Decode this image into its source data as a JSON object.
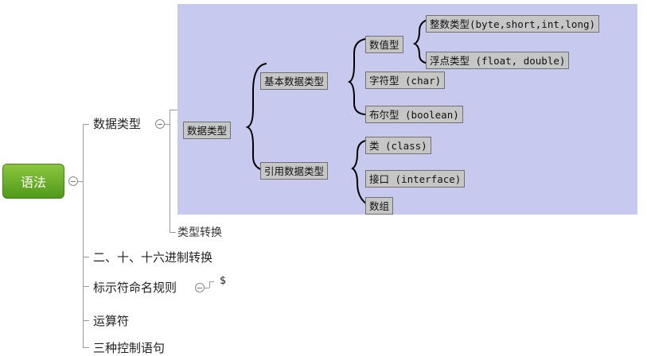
{
  "root": {
    "label": "语法"
  },
  "topics": [
    {
      "label": "数据类型"
    },
    {
      "label": "二、十、十六进制转换"
    },
    {
      "label": "标示符命名规则"
    },
    {
      "label": "运算符"
    },
    {
      "label": "三种控制语句"
    }
  ],
  "data_types": {
    "sub_label": "类型转换",
    "diagram": {
      "root": "数据类型",
      "basic": "基本数据类型",
      "numeric": "数值型",
      "integer": "整数类型(byte,short,int,long)",
      "float": "浮点类型 (float, double)",
      "char": "字符型 (char)",
      "boolean": "布尔型 (boolean)",
      "reference": "引用数据类型",
      "class": "类 (class)",
      "interface": "接口 (interface)",
      "array": "数组"
    }
  },
  "naming_rules": {
    "sub_label": "$"
  }
}
